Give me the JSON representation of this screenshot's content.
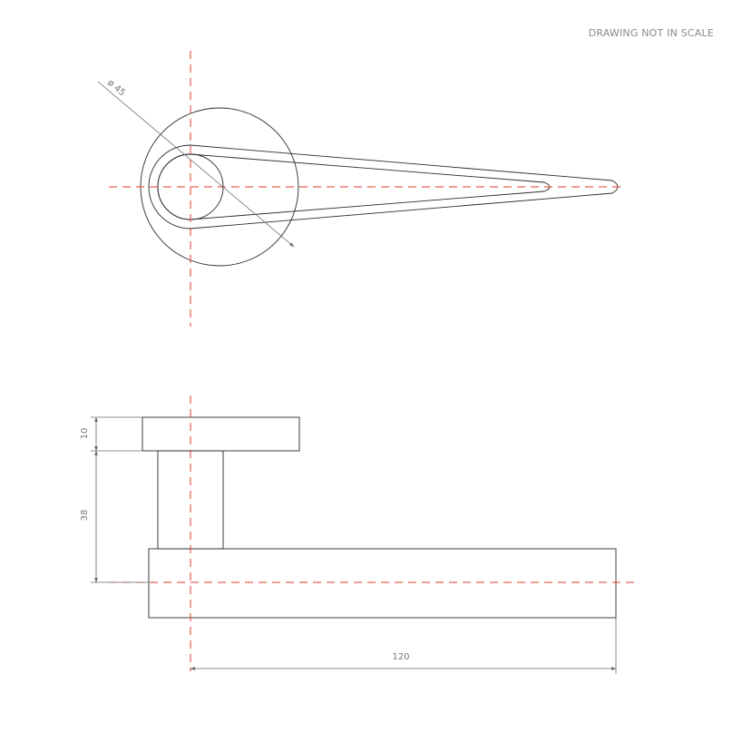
{
  "note": "DRAWING NOT IN SCALE",
  "top_view": {
    "diameter_label": "ø 45"
  },
  "side_view": {
    "rose_thickness_label": "10",
    "stem_height_label": "38",
    "lever_length_label": "120"
  },
  "colors": {
    "outline": "#2b2b2b",
    "centerline": "#e63a2e",
    "dimension": "#6e6e6e"
  }
}
